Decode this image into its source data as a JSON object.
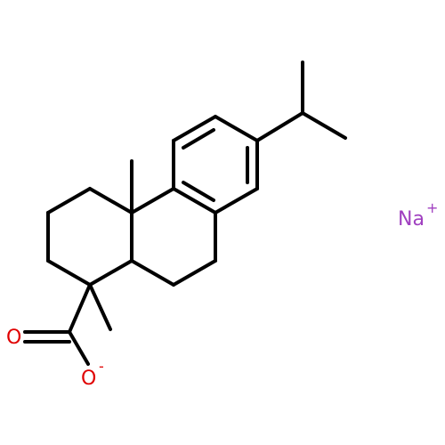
{
  "molecule": {
    "atoms": [
      {
        "id": "O1",
        "symbol": "O",
        "color": "#e00000"
      },
      {
        "id": "O2",
        "symbol": "O",
        "charge": "-",
        "color": "#e00000"
      },
      {
        "id": "Na",
        "symbol": "Na",
        "charge": "+",
        "color": "#a040c0"
      }
    ]
  },
  "labels": {
    "carbonyl_oxygen": "O",
    "carboxylate_oxygen": "O",
    "carboxylate_charge": "-",
    "sodium": "Na",
    "sodium_charge": "+"
  },
  "colors": {
    "bond": "#000000",
    "oxygen": "#e00000",
    "sodium": "#a040c0",
    "background": "#ffffff"
  }
}
